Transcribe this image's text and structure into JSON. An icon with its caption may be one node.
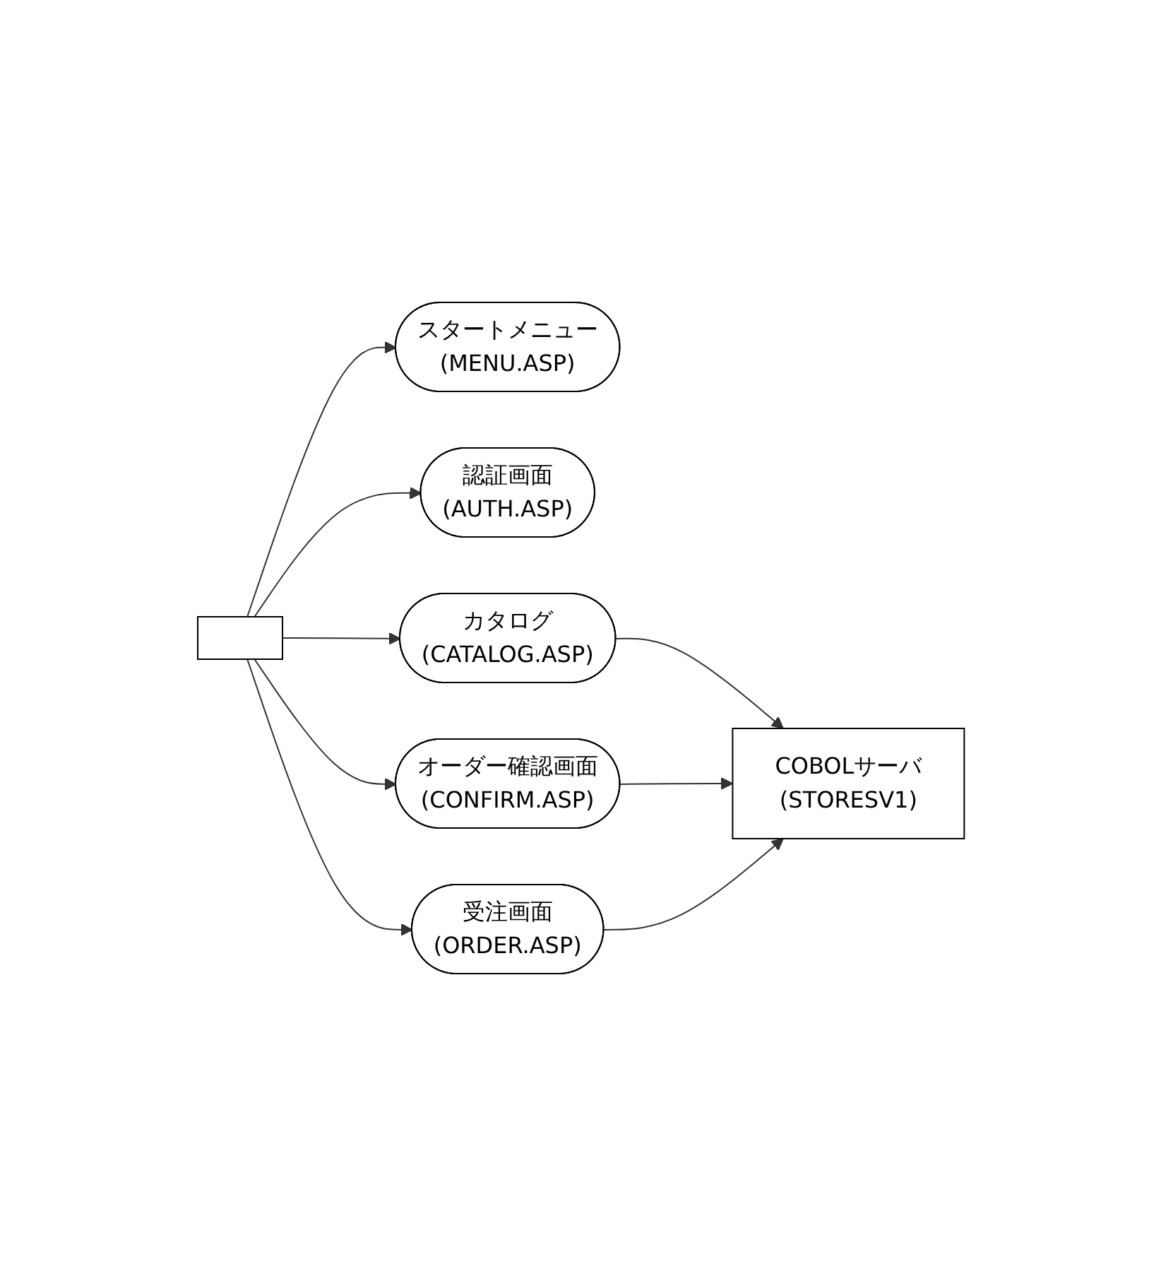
{
  "diagram": {
    "nodes": [
      {
        "text": [],
        "shape": "box"
      },
      {
        "text": [
          "スタートメニュー",
          "(MENU.ASP)"
        ]
      },
      {
        "text": [
          "認証画面",
          "(AUTH.ASP)"
        ]
      },
      {
        "text": [
          "カタログ",
          "(CATALOG.ASP)"
        ]
      },
      {
        "text": [
          "オーダー確認画面",
          "(CONFIRM.ASP)"
        ]
      },
      {
        "text": [
          "受注画面",
          "(ORDER.ASP)"
        ]
      },
      {
        "text": [
          "COBOLサーバ",
          "(STORESV1)"
        ]
      }
    ],
    "edges": [
      {
        "from": 0,
        "to": 1,
        "arrow": "to"
      },
      {
        "from": 0,
        "to": 2,
        "arrow": "to"
      },
      {
        "from": 0,
        "to": 3,
        "arrow": "to"
      },
      {
        "from": 0,
        "to": 4,
        "arrow": "to"
      },
      {
        "from": 0,
        "to": 5,
        "arrow": "to"
      },
      {
        "from": 3,
        "to": 6,
        "arrow": "to"
      },
      {
        "from": 4,
        "to": 6,
        "arrow": "to"
      },
      {
        "from": 5,
        "to": 6,
        "arrow": "to"
      }
    ]
  }
}
